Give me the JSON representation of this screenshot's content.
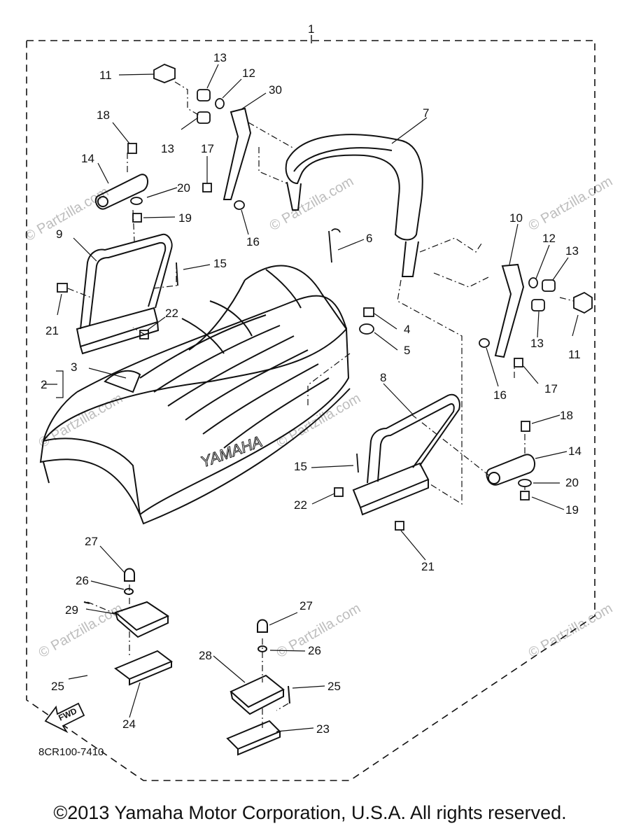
{
  "diagram": {
    "callouts": [
      "1",
      "2",
      "3",
      "4",
      "5",
      "6",
      "7",
      "8",
      "9",
      "10",
      "11",
      "11",
      "12",
      "12",
      "13",
      "13",
      "13",
      "13",
      "14",
      "14",
      "15",
      "15",
      "16",
      "16",
      "17",
      "17",
      "18",
      "18",
      "19",
      "19",
      "20",
      "20",
      "21",
      "21",
      "22",
      "22",
      "23",
      "24",
      "25",
      "25",
      "26",
      "26",
      "27",
      "27",
      "28",
      "29",
      "30"
    ],
    "seat_brand": "YAMAHA",
    "fwd_label": "FWD",
    "part_code": "8CR100-7410",
    "watermark": "© Partzilla.com",
    "copyright": "©2013 Yamaha Motor Corporation, U.S.A. All rights reserved."
  }
}
